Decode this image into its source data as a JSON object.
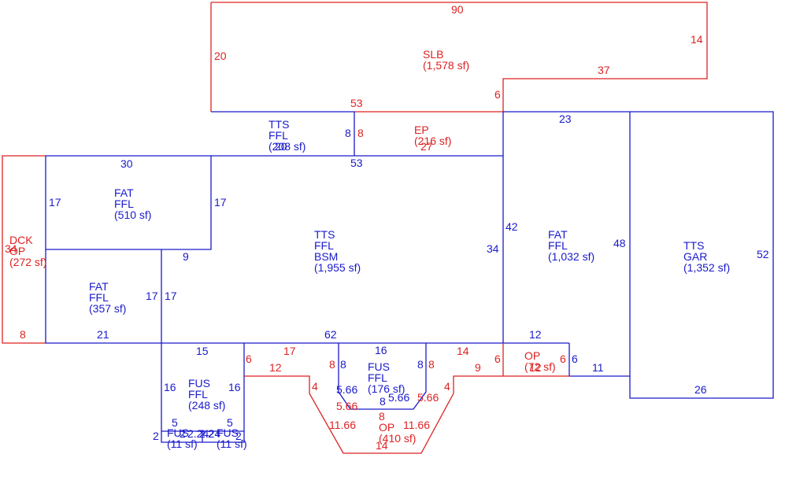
{
  "colors": {
    "blue": "#1a1acc",
    "red": "#dd2222",
    "background": "#ffffff"
  },
  "areas": [
    {
      "id": "slb",
      "color": "red",
      "lines": [
        "SLB",
        "(1,578 sf)"
      ]
    },
    {
      "id": "tts-ffl-top",
      "color": "blue",
      "lines": [
        "TTS",
        "FFL",
        "(208 sf)"
      ]
    },
    {
      "id": "ep",
      "color": "red",
      "lines": [
        "EP",
        "(216 sf)"
      ]
    },
    {
      "id": "fat-510",
      "color": "blue",
      "lines": [
        "FAT",
        "FFL",
        "(510 sf)"
      ]
    },
    {
      "id": "dck",
      "color": "red",
      "lines": [
        "DCK",
        "OP",
        "(272 sf)"
      ]
    },
    {
      "id": "tts-bsm",
      "color": "blue",
      "lines": [
        "TTS",
        "FFL",
        "BSM",
        "(1,955 sf)"
      ]
    },
    {
      "id": "fat-1032",
      "color": "blue",
      "lines": [
        "FAT",
        "FFL",
        "(1,032 sf)"
      ]
    },
    {
      "id": "tts-gar",
      "color": "blue",
      "lines": [
        "TTS",
        "GAR",
        "(1,352 sf)"
      ]
    },
    {
      "id": "fat-357",
      "color": "blue",
      "lines": [
        "FAT",
        "FFL",
        "(357 sf)"
      ]
    },
    {
      "id": "fus-248",
      "color": "blue",
      "lines": [
        "FUS",
        "FFL",
        "(248 sf)"
      ]
    },
    {
      "id": "fus-176",
      "color": "blue",
      "lines": [
        "FUS",
        "FFL",
        "(176 sf)"
      ]
    },
    {
      "id": "op-410",
      "color": "red",
      "lines": [
        "OP",
        "(410 sf)"
      ]
    },
    {
      "id": "op-72",
      "color": "red",
      "lines": [
        "OP",
        "(72 sf)"
      ]
    },
    {
      "id": "fus-11a",
      "color": "blue",
      "lines": [
        "FUS",
        "(11 sf)"
      ]
    },
    {
      "id": "fus-11b",
      "color": "blue",
      "lines": [
        "FUS",
        "(11 sf)"
      ]
    }
  ],
  "dimensions": [
    {
      "text": "90",
      "color": "red"
    },
    {
      "text": "14",
      "color": "red"
    },
    {
      "text": "37",
      "color": "red"
    },
    {
      "text": "20",
      "color": "red"
    },
    {
      "text": "6",
      "color": "red"
    },
    {
      "text": "53",
      "color": "red"
    },
    {
      "text": "23",
      "color": "blue"
    },
    {
      "text": "8",
      "color": "blue"
    },
    {
      "text": "8",
      "color": "red"
    },
    {
      "text": "20",
      "color": "blue"
    },
    {
      "text": "27",
      "color": "red"
    },
    {
      "text": "53",
      "color": "blue"
    },
    {
      "text": "30",
      "color": "blue"
    },
    {
      "text": "17",
      "color": "blue"
    },
    {
      "text": "17",
      "color": "blue"
    },
    {
      "text": "42",
      "color": "blue"
    },
    {
      "text": "48",
      "color": "blue"
    },
    {
      "text": "52",
      "color": "blue"
    },
    {
      "text": "34",
      "color": "blue"
    },
    {
      "text": "34",
      "color": "red"
    },
    {
      "text": "9",
      "color": "blue"
    },
    {
      "text": "17",
      "color": "blue"
    },
    {
      "text": "17",
      "color": "blue"
    },
    {
      "text": "8",
      "color": "red"
    },
    {
      "text": "21",
      "color": "blue"
    },
    {
      "text": "62",
      "color": "blue"
    },
    {
      "text": "12",
      "color": "blue"
    },
    {
      "text": "15",
      "color": "blue"
    },
    {
      "text": "6",
      "color": "red"
    },
    {
      "text": "17",
      "color": "red"
    },
    {
      "text": "12",
      "color": "red"
    },
    {
      "text": "8",
      "color": "red"
    },
    {
      "text": "8",
      "color": "blue"
    },
    {
      "text": "16",
      "color": "blue"
    },
    {
      "text": "8",
      "color": "blue"
    },
    {
      "text": "8",
      "color": "red"
    },
    {
      "text": "14",
      "color": "red"
    },
    {
      "text": "9",
      "color": "red"
    },
    {
      "text": "6",
      "color": "red"
    },
    {
      "text": "6",
      "color": "red"
    },
    {
      "text": "6",
      "color": "blue"
    },
    {
      "text": "12",
      "color": "red"
    },
    {
      "text": "11",
      "color": "blue"
    },
    {
      "text": "26",
      "color": "blue"
    },
    {
      "text": "16",
      "color": "blue"
    },
    {
      "text": "16",
      "color": "blue"
    },
    {
      "text": "4",
      "color": "red"
    },
    {
      "text": "4",
      "color": "red"
    },
    {
      "text": "5.66",
      "color": "blue"
    },
    {
      "text": "5.66",
      "color": "blue"
    },
    {
      "text": "8",
      "color": "blue"
    },
    {
      "text": "5.66",
      "color": "red"
    },
    {
      "text": "5.66",
      "color": "red"
    },
    {
      "text": "8",
      "color": "red"
    },
    {
      "text": "11.66",
      "color": "red"
    },
    {
      "text": "11.66",
      "color": "red"
    },
    {
      "text": "14",
      "color": "red"
    },
    {
      "text": "5",
      "color": "blue"
    },
    {
      "text": "5",
      "color": "blue"
    },
    {
      "text": "2",
      "color": "blue"
    },
    {
      "text": "2",
      "color": "blue"
    },
    {
      "text": "2.24",
      "color": "blue"
    },
    {
      "text": "2.24",
      "color": "blue"
    },
    {
      "text": "2",
      "color": "blue"
    },
    {
      "text": "2",
      "color": "blue"
    }
  ]
}
